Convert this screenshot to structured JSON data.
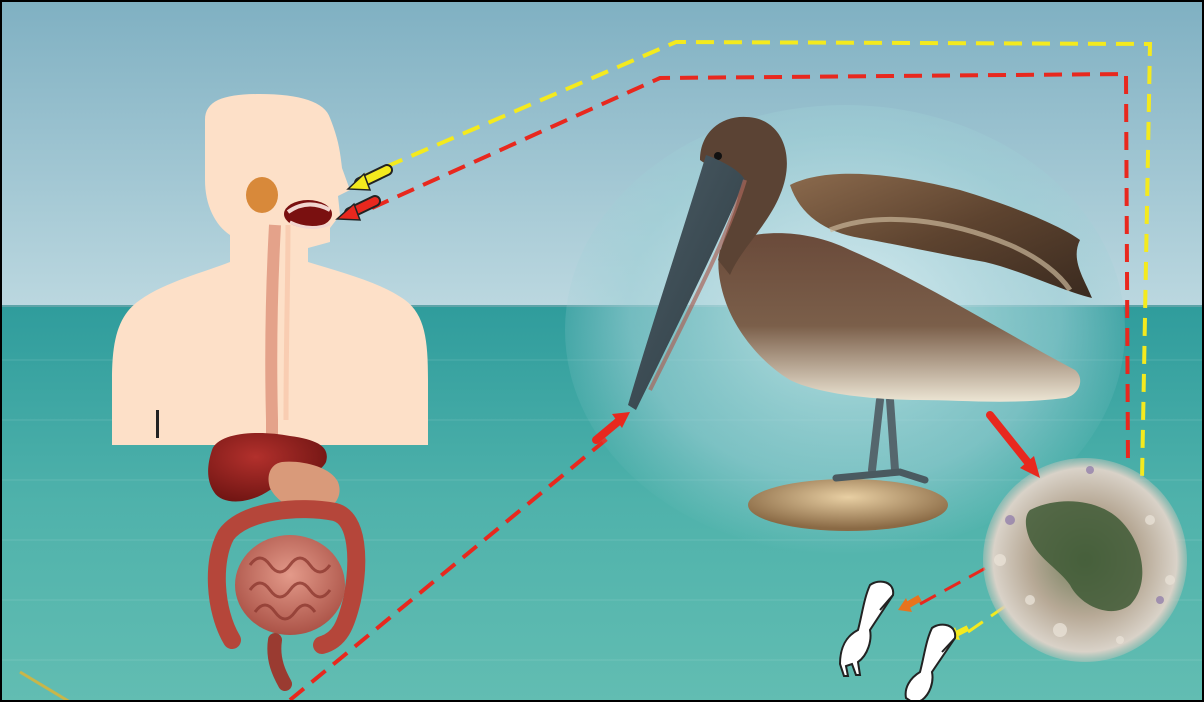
{
  "figure": {
    "subjects": [
      "human-digestive-system",
      "brown-pelican",
      "contaminated-soil-microscope-view",
      "pelican-chick-outlines"
    ],
    "colors": {
      "sky_top": "#8fb9c9",
      "sky_bottom": "#b9d6df",
      "sea_top": "#3fa5a3",
      "sea_bottom": "#5dbab0",
      "skin": "#fde0c8",
      "path_red": "#e8281e",
      "path_yellow": "#f4ea1e",
      "arrow_orange": "#e8731e"
    },
    "icons": [
      "pelican-outline-icon",
      "arrow-icon"
    ]
  }
}
